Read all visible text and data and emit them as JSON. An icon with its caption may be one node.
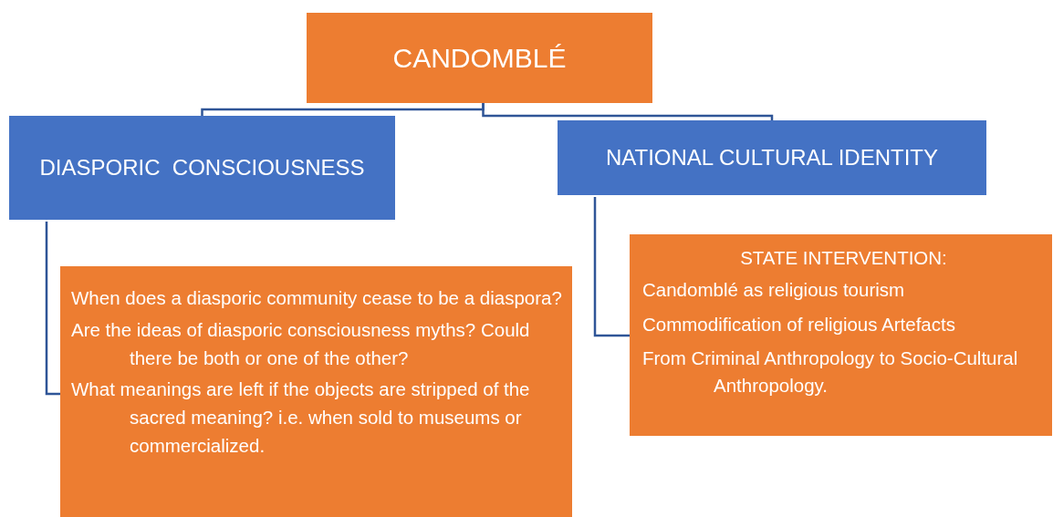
{
  "diagram": {
    "nodes": [
      {
        "text": [
          "CANDOMBLÉ"
        ]
      },
      {
        "text": [
          "DIASPORIC  CONSCIOUSNESS"
        ]
      },
      {
        "text": [
          "NATIONAL CULTURAL IDENTITY"
        ]
      },
      {
        "text": [
          "When does a diasporic community cease to be a diaspora?",
          "Are the ideas of diasporic consciousness myths? Could there be both or one of the other?",
          "What meanings are left if the objects are stripped of the sacred meaning? i.e. when sold to museums or commercialized."
        ]
      },
      {
        "text": [
          "STATE INTERVENTION:",
          "Candomblé as religious tourism",
          "Commodification of religious Artefacts",
          "From Criminal Anthropology to Socio-Cultural  Anthropology."
        ]
      }
    ],
    "edges": [
      {
        "from": 0,
        "to": 1,
        "arrow": "none"
      },
      {
        "from": 0,
        "to": 2,
        "arrow": "none"
      },
      {
        "from": 1,
        "to": 3,
        "arrow": "none"
      },
      {
        "from": 2,
        "to": 4,
        "arrow": "none"
      }
    ]
  }
}
